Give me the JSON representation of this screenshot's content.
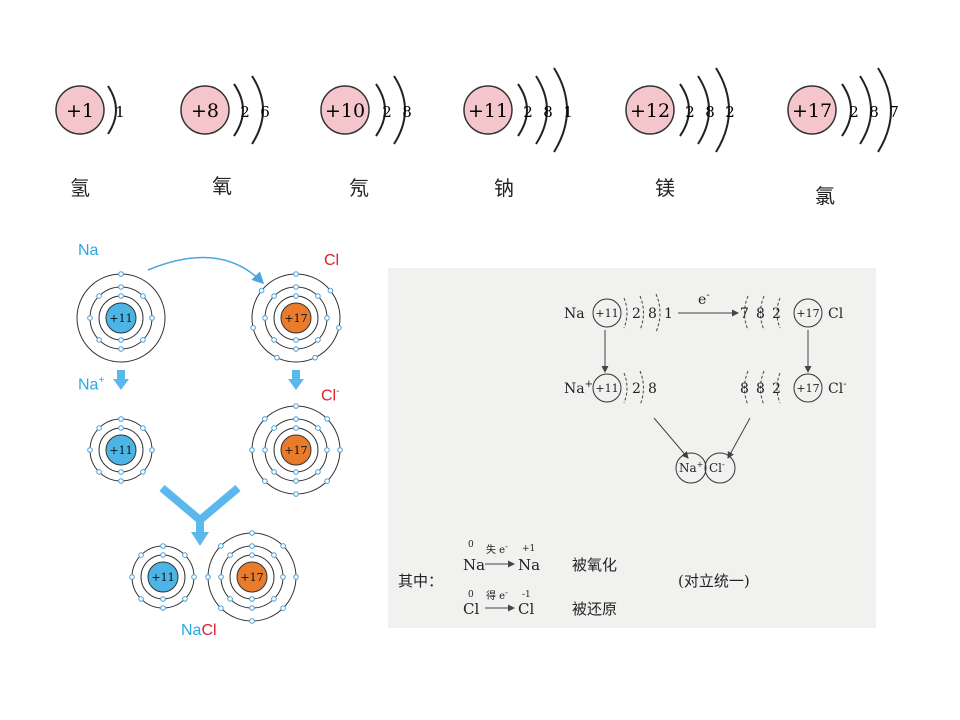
{
  "atoms_row": [
    {
      "nucleus": "+1",
      "shells": [
        "1"
      ],
      "name": "氢"
    },
    {
      "nucleus": "+8",
      "shells": [
        "2",
        "6"
      ],
      "name": "氧"
    },
    {
      "nucleus": "+10",
      "shells": [
        "2",
        "8"
      ],
      "name": "氖"
    },
    {
      "nucleus": "+11",
      "shells": [
        "2",
        "8",
        "1"
      ],
      "name": "钠"
    },
    {
      "nucleus": "+12",
      "shells": [
        "2",
        "8",
        "2"
      ],
      "name": "镁"
    },
    {
      "nucleus": "+17",
      "shells": [
        "2",
        "8",
        "7"
      ],
      "name": "氯"
    }
  ],
  "ionic_diagram": {
    "na_label": "Na",
    "cl_label": "Cl",
    "na_ion_label": "Na",
    "na_ion_sup": "+",
    "cl_ion_label": "Cl",
    "cl_ion_sup": "-",
    "na_nucleus": "+11",
    "cl_nucleus": "+17",
    "nacl_na": "Na",
    "nacl_cl": "Cl",
    "colors": {
      "na_core": "#4db4e6",
      "cl_core": "#e87c2c",
      "label_blue": "#2aa8e0",
      "label_red": "#e0202c",
      "arrow_blue": "#5ab8ec"
    }
  },
  "scheme": {
    "na": "Na",
    "na_nucleus": "+11",
    "na_shells": [
      "2",
      "8",
      "1"
    ],
    "electron": "e",
    "electron_sup": "-",
    "cl_shells": [
      "7",
      "8",
      "2"
    ],
    "cl_nucleus": "+17",
    "cl": "Cl",
    "na_ion": "Na",
    "na_ion_sup": "+",
    "na_ion_shells": [
      "2",
      "8"
    ],
    "cl_ion_shells": [
      "8",
      "8",
      "2"
    ],
    "cl_ion": "Cl",
    "cl_ion_sup": "-",
    "pair_na": "Na",
    "pair_cl": "Cl",
    "qizhong": "其中：",
    "r1_from_charge": "0",
    "r1_from": "Na",
    "r1_over": "失 e",
    "r1_to_charge": "+1",
    "r1_to": "Na",
    "r1_result": "被氧化",
    "r2_from_charge": "0",
    "r2_from": "Cl",
    "r2_over": "得 e",
    "r2_to_charge": "-1",
    "r2_to": "Cl",
    "r2_result": "被还原",
    "note": "(对立统一)"
  }
}
